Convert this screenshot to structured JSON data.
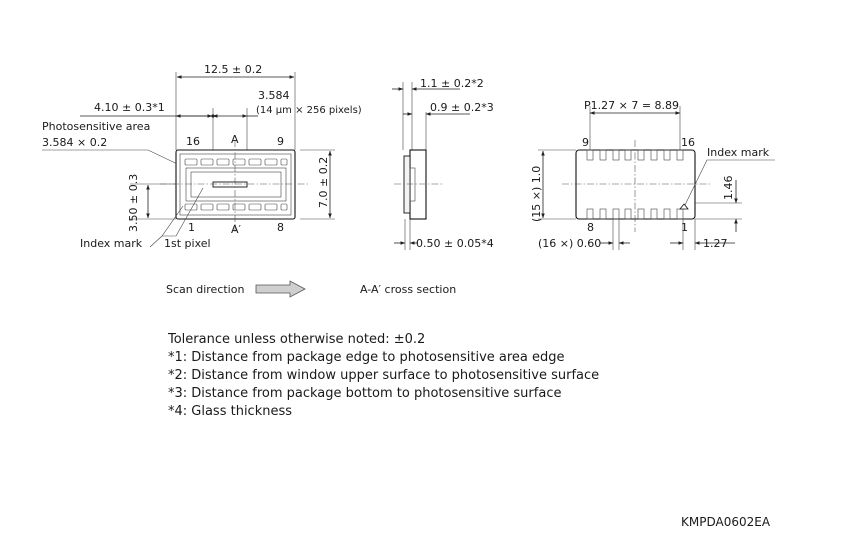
{
  "top_view": {
    "width_dim": "12.5 ± 0.2",
    "active_length": "3.584",
    "active_length_note": "(14 μm × 256 pixels)",
    "edge_distance": "4.10 ± 0.3*1",
    "photosensitive_area_label": "Photosensitive area",
    "photosensitive_area_size": "3.584 × 0.2",
    "pin_16": "16",
    "section_a": "A",
    "pin_9": "9",
    "pin_1": "1",
    "section_a_prime": "A′",
    "pin_8": "8",
    "height_dim": "7.0 ± 0.2",
    "offset_dim": "3.50 ± 0.3",
    "index_mark": "Index mark",
    "first_pixel": "1st pixel"
  },
  "cross_section": {
    "window_dim": "1.1 ± 0.2*2",
    "bottom_dim": "0.9 ± 0.2*3",
    "glass_dim": "0.50 ± 0.05*4",
    "caption": "A-A′ cross section"
  },
  "bottom_view": {
    "pitch_dim": "P1.27 × 7 = 8.89",
    "pin_9": "9",
    "pin_16": "16",
    "index_mark": "Index mark",
    "pin_width_dim": "(15 ×) 1.0",
    "pin_offset_dim": "1.46",
    "pin_8": "8",
    "pin_1": "1",
    "pin_len_dim": "(16 ×) 0.60",
    "edge_dim": "1.27"
  },
  "scan_direction": "Scan direction",
  "notes": [
    "Tolerance unless otherwise noted: ±0.2",
    "*1: Distance from package edge to photosensitive area edge",
    "*2: Distance from window upper surface to photosensitive surface",
    "*3: Distance from package bottom to photosensitive surface",
    "*4: Glass thickness"
  ],
  "drawing_code": "KMPDA0602EA"
}
